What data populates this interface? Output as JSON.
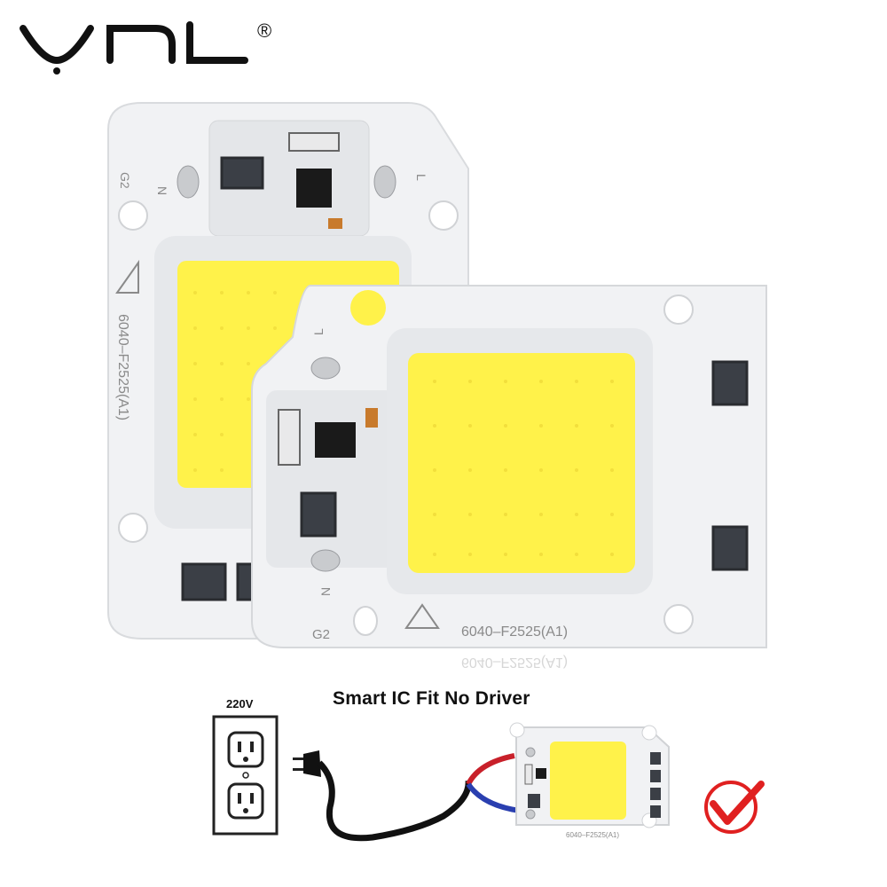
{
  "brand": {
    "logo_text": "YNL",
    "registered_mark": "®"
  },
  "chip_back": {
    "model_label": "6040–F2525(A1)",
    "pad_labels": [
      "N",
      "L"
    ],
    "corner_label": "G2"
  },
  "chip_front": {
    "model_label": "6040–F2525(A1)",
    "pad_labels": [
      "L",
      "N"
    ],
    "corner_label": "G2"
  },
  "reflection_text": "6040–F2525(A1)",
  "diagram": {
    "voltage_label": "220V",
    "tagline": "Smart IC Fit No Driver",
    "mini_chip_label": "6040–F2525(A1)"
  },
  "colors": {
    "emitter": "#fff24a",
    "pcb": "#f1f2f4",
    "check": "#e02020",
    "wire_red": "#c8202a",
    "wire_blue": "#2a3fb0"
  }
}
